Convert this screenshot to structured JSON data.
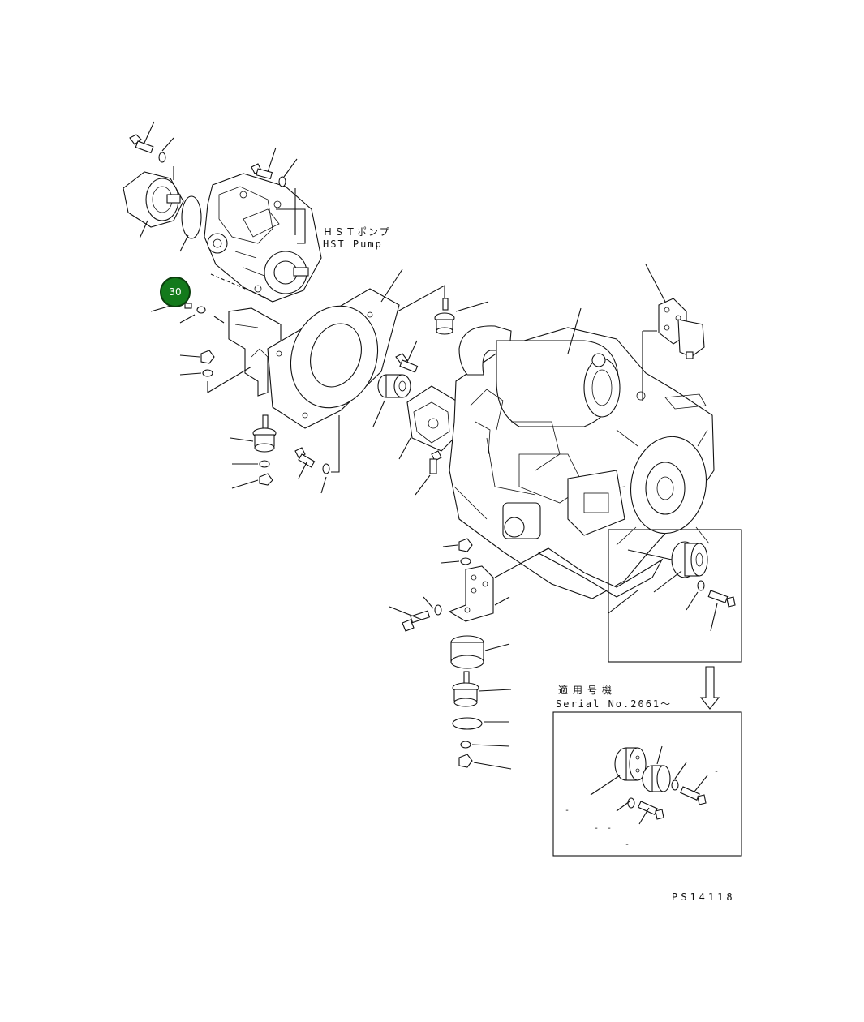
{
  "callout": {
    "number": "30",
    "color": "#137a1b"
  },
  "labels": {
    "hst_pump_jp": "ＨＳＴポンプ",
    "hst_pump_en": "HST Pump",
    "serial_heading": "適用号機",
    "serial_number": "Serial No.2061～",
    "drawing_code": "PS14118"
  },
  "inset_marks": [
    "‐",
    "‐",
    "‐ ‐",
    "‐"
  ]
}
